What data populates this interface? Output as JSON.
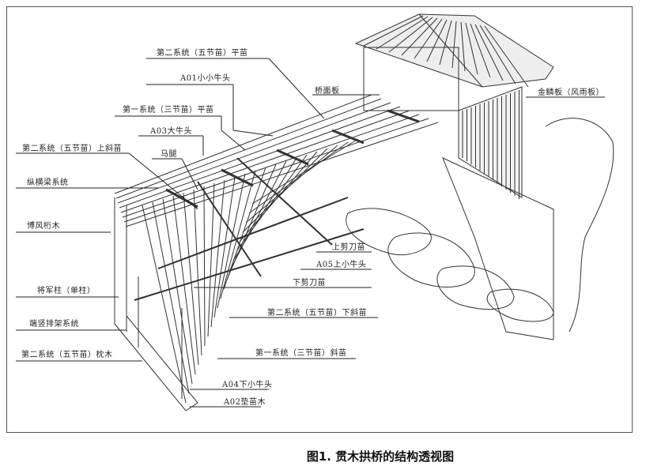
{
  "labels": [
    {
      "id": "l1",
      "text": "第二系统（五节苗）平苗"
    },
    {
      "id": "l2",
      "text": "A01小小牛头"
    },
    {
      "id": "l3",
      "text": "第一系统（三节苗）平苗"
    },
    {
      "id": "l4",
      "text": "A03大牛头"
    },
    {
      "id": "l5",
      "text": "第二系统（五节苗）上斜苗"
    },
    {
      "id": "l6",
      "text": "马腿"
    },
    {
      "id": "l7",
      "text": "纵横梁系统"
    },
    {
      "id": "l8",
      "text": "博风桁木"
    },
    {
      "id": "l9",
      "text": "桥面板"
    },
    {
      "id": "l10",
      "text": "金鳞板（风雨板）"
    },
    {
      "id": "l11",
      "text": "上剪刀苗"
    },
    {
      "id": "l12",
      "text": "A05上小牛头"
    },
    {
      "id": "l13",
      "text": "下剪刀苗"
    },
    {
      "id": "l14",
      "text": "将军柱（单柱）"
    },
    {
      "id": "l15",
      "text": "第二系统（五节苗）下斜苗"
    },
    {
      "id": "l16",
      "text": "端竖排架系统"
    },
    {
      "id": "l17",
      "text": "第二系统（五节苗）枕木"
    },
    {
      "id": "l18",
      "text": "第一系统（三节苗）斜苗"
    },
    {
      "id": "l19",
      "text": "A04下小牛头"
    },
    {
      "id": "l20",
      "text": "A02垫苗木"
    }
  ],
  "caption": "图1. 贯木拱桥的结构透视图"
}
